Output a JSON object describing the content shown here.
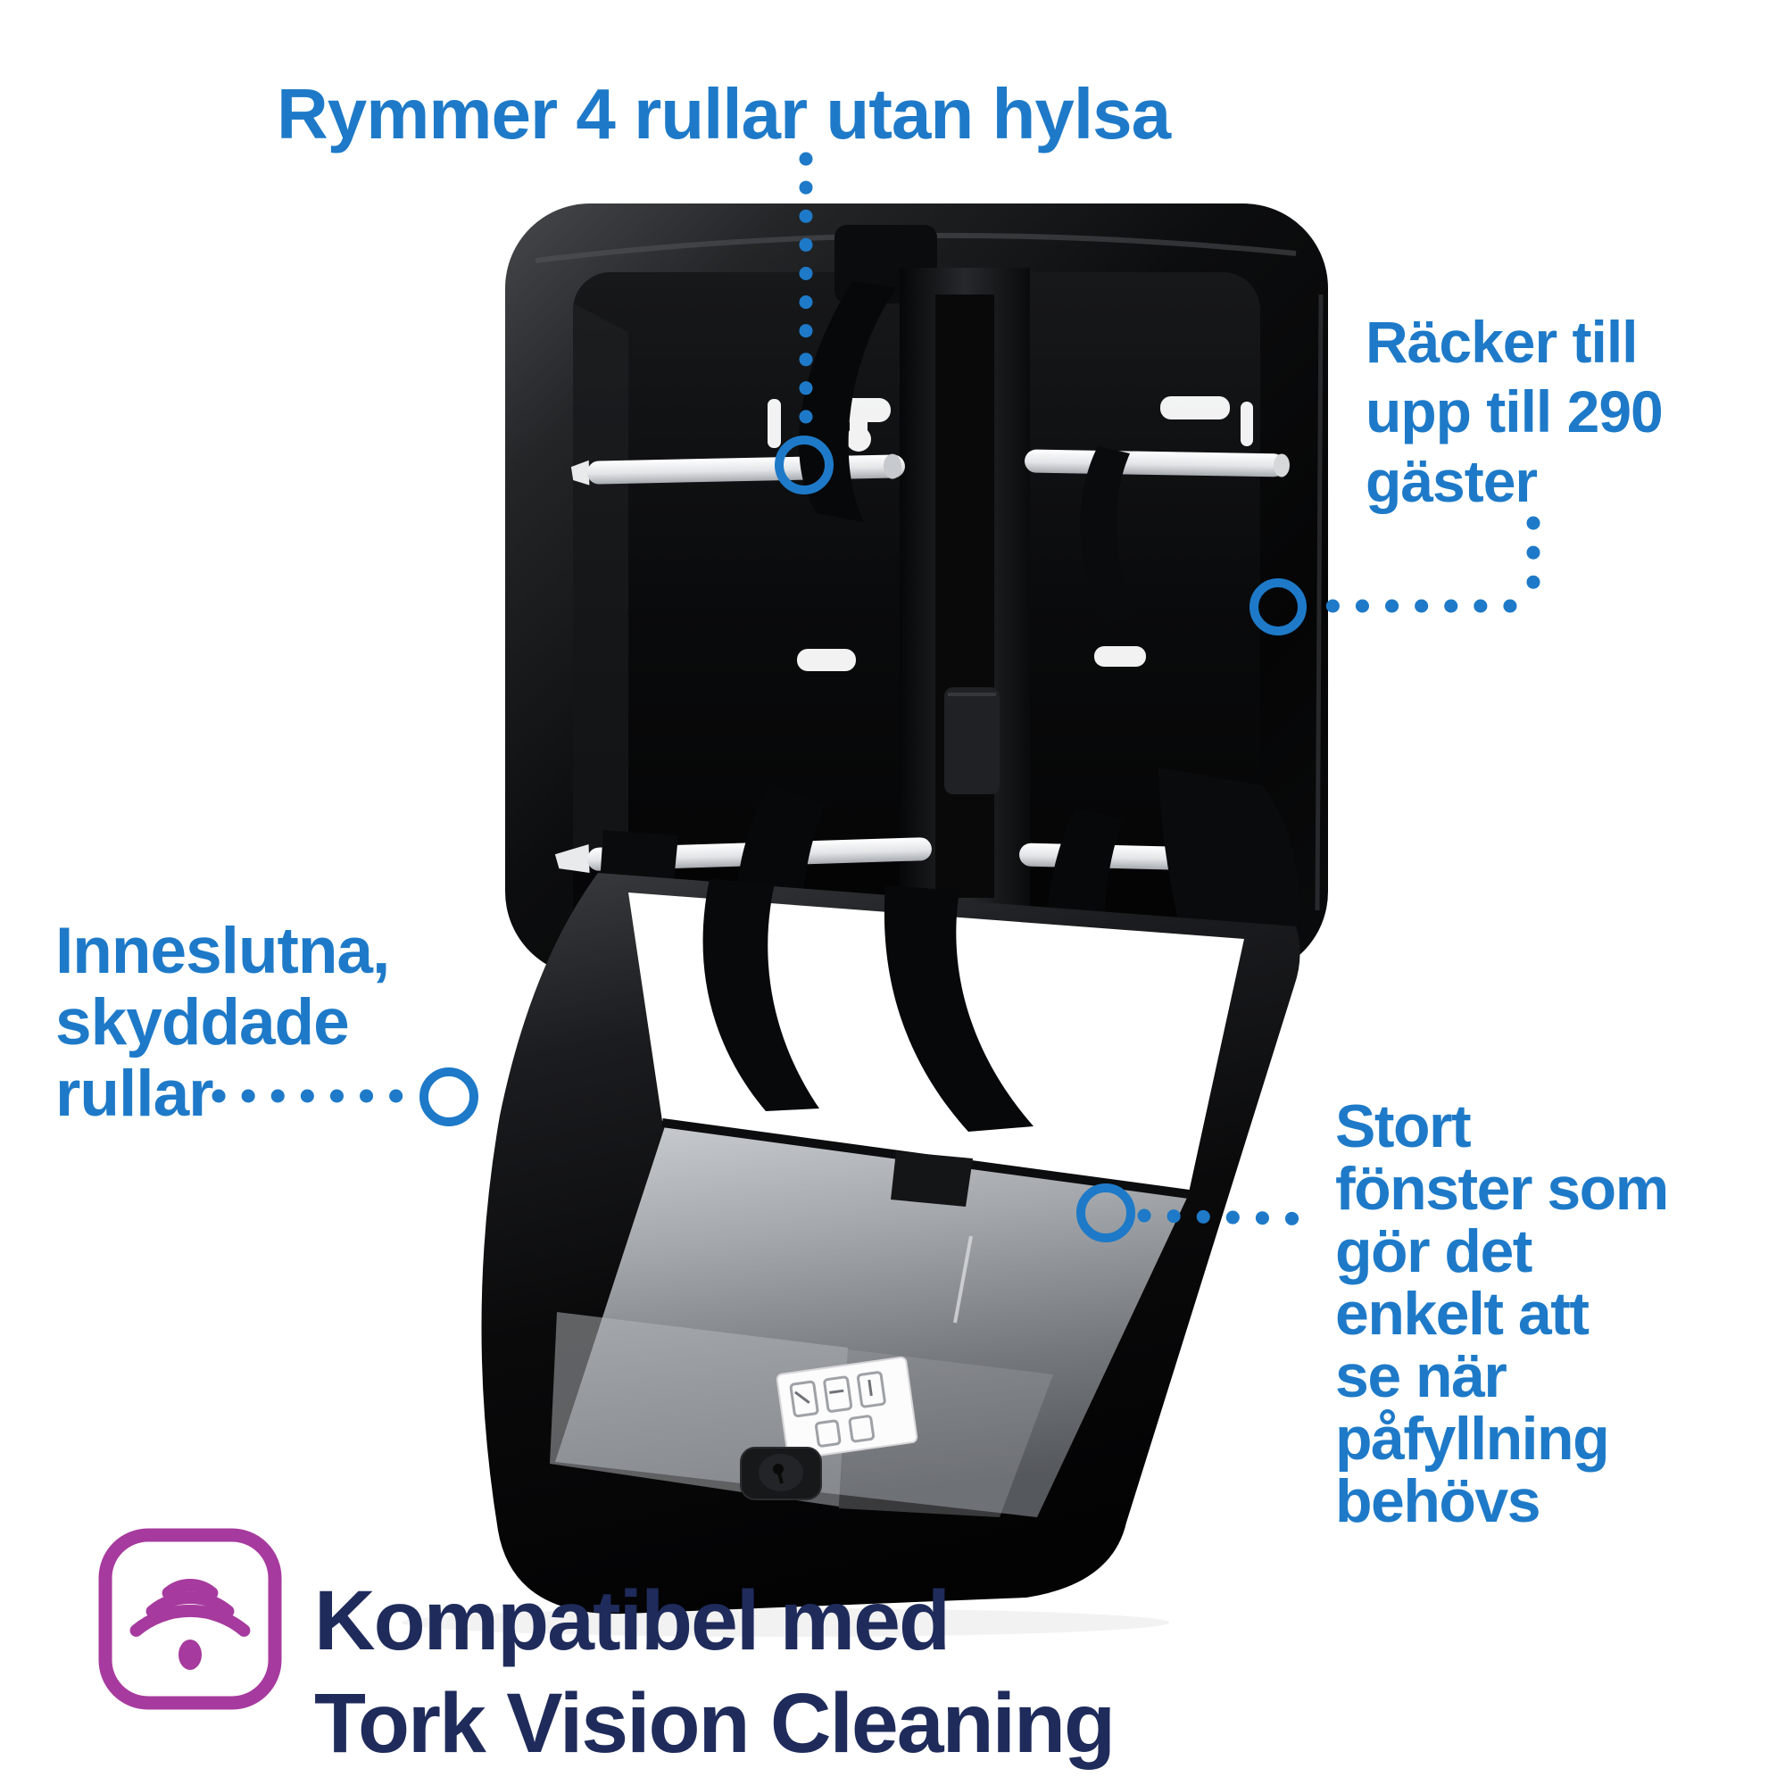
{
  "colors": {
    "accent_blue": "#1E7AC8",
    "navy": "#1F2B5B",
    "magenta": "#A63A9E",
    "product_black": "#0A0B0C",
    "window_gray": "#9A9DA1",
    "background": "#FFFFFF"
  },
  "callouts": {
    "top": {
      "text": "Rymmer 4 rullar utan hylsa"
    },
    "right": {
      "text": "Räcker till\nupp till 290\ngäster"
    },
    "left": {
      "text": "Inneslutna,\nskyddade\nrullar"
    },
    "bottom_right": {
      "text": "Stort\nfönster som\ngör det\nenkelt att\nse när\npåfyllning\nbehövs"
    }
  },
  "footer": {
    "text": "Kompatibel med\nTork Vision Cleaning"
  },
  "icons": {
    "wifi": "wifi-icon"
  }
}
